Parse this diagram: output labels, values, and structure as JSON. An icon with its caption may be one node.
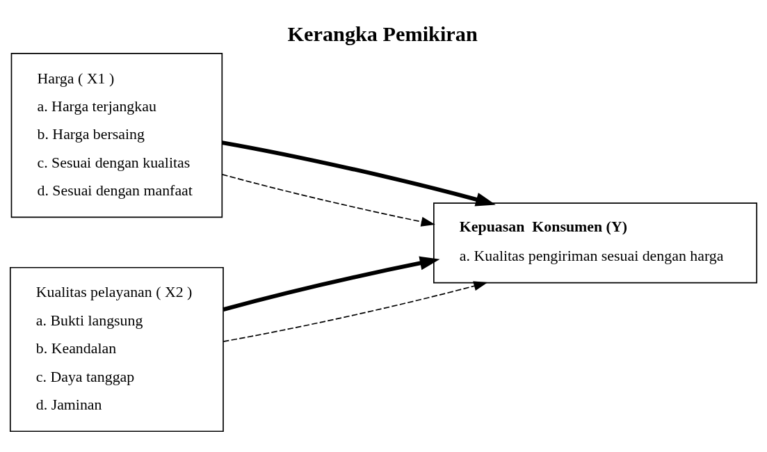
{
  "diagram": {
    "title": "Kerangka Pemikiran",
    "nodes": [
      {
        "text": [
          "Harga ( X1 )",
          "a. Harga terjangkau",
          "b. Harga bersaing",
          "c. Sesuai dengan kualitas",
          "d. Sesuai dengan manfaat"
        ]
      },
      {
        "text": [
          "Kualitas pelayanan ( X2 )",
          "a. Bukti langsung",
          "b. Keandalan",
          "c. Daya tanggap",
          "d. Jaminan"
        ]
      },
      {
        "text": [
          "Kepuasan  Konsumen (Y)",
          "a. Kualitas pengiriman sesuai dengan harga"
        ]
      }
    ],
    "edges": [
      {
        "from": 0,
        "to": 2,
        "arrow": "to",
        "style": "dashed"
      },
      {
        "from": 1,
        "to": 2,
        "arrow": "to",
        "style": "dashed"
      },
      {
        "from": 0,
        "to": 2,
        "arrow": "to",
        "style": "thick"
      },
      {
        "from": 1,
        "to": 2,
        "arrow": "to",
        "style": "thick"
      }
    ]
  }
}
